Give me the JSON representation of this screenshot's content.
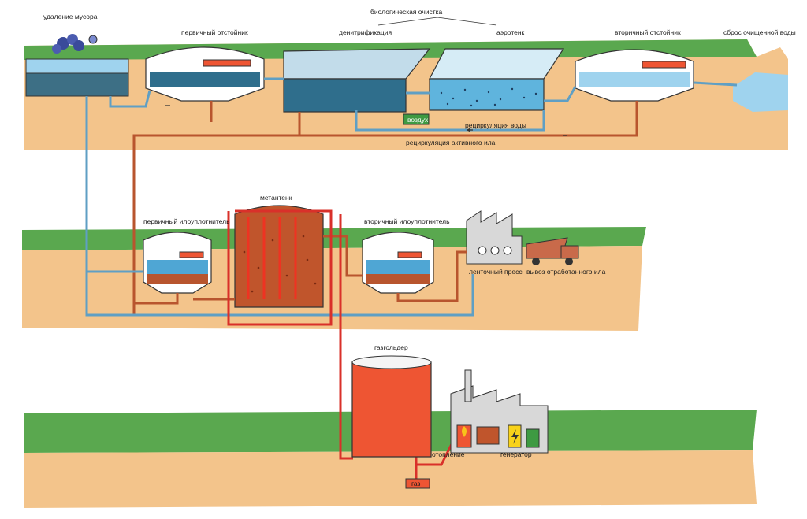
{
  "labels": {
    "bio_group": "биологическая очистка",
    "trash": "удаление мусора",
    "primary_clarifier": "первичный отстойник",
    "denitrification": "денитрификация",
    "aerotank": "аэротенк",
    "secondary_clarifier": "вторичный отстойник",
    "discharge": "сброс очищенной воды",
    "air": "воздух",
    "water_recirc": "рециркуляция воды",
    "sludge_recirc": "рециркуляция активного ила",
    "digester": "метантенк",
    "primary_thickener": "первичный илоуплотнитель",
    "secondary_thickener": "вторичный илоуплотнитель",
    "belt_press": "ленточный пресс",
    "sludge_removal": "вывоз отработанного ила",
    "gasholder": "газгольдер",
    "heating": "отопление",
    "generator": "генератор",
    "gas": "газ"
  },
  "colors": {
    "grass": "#5aa84f",
    "soil": "#f3c48b",
    "water_light": "#9fd3ee",
    "water_dark": "#2f6e8c",
    "sludge_pipe": "#b8552e",
    "water_pipe": "#5f9fc4",
    "digester": "#c0552c",
    "gasholder": "#ee5533",
    "gas_pipe": "#d9302a"
  }
}
